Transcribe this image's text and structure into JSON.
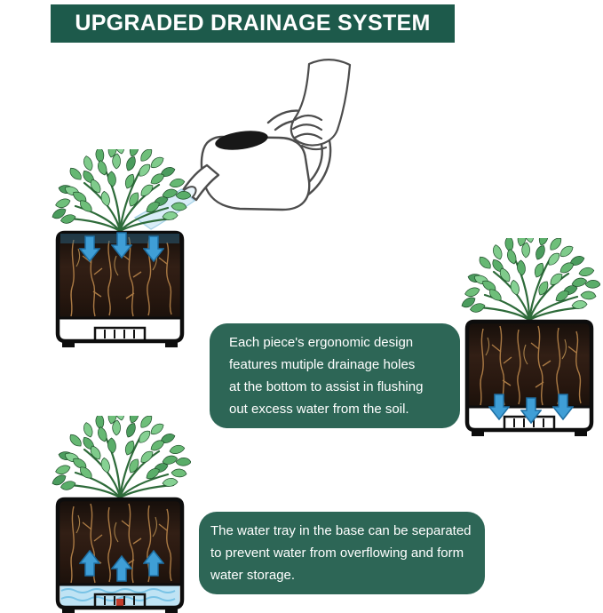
{
  "banner": {
    "title": "UPGRADED DRAINAGE SYSTEM",
    "bg_color": "#1d5a4b",
    "text_color": "#ffffff"
  },
  "callouts": {
    "drainage_holes": {
      "lines": [
        "Each piece's ergonomic design",
        "features mutiple drainage holes",
        "at the bottom to assist in flushing",
        "out excess water from the soil."
      ]
    },
    "water_tray": {
      "lines": [
        "The water tray in the base can be separated",
        "to prevent water from overflowing and form",
        "water storage."
      ]
    }
  },
  "illustrations": {
    "watering_can": "hand-pouring-watering-can",
    "pot_top_watering": "pot-absorbing-water-from-top",
    "pot_bottom_drainage": "pot-flushing-water-through-bottom-holes",
    "pot_water_storage": "pot-with-water-storage-tray"
  },
  "colors": {
    "banner_green": "#1d5a4b",
    "callout_green": "#2d6656",
    "arrow_blue": "#3f9ed6",
    "water_blue": "#bfe3f4",
    "leaf_green": "#6fbf7a",
    "soil_brown": "#321f15",
    "background": "#ffffff"
  }
}
